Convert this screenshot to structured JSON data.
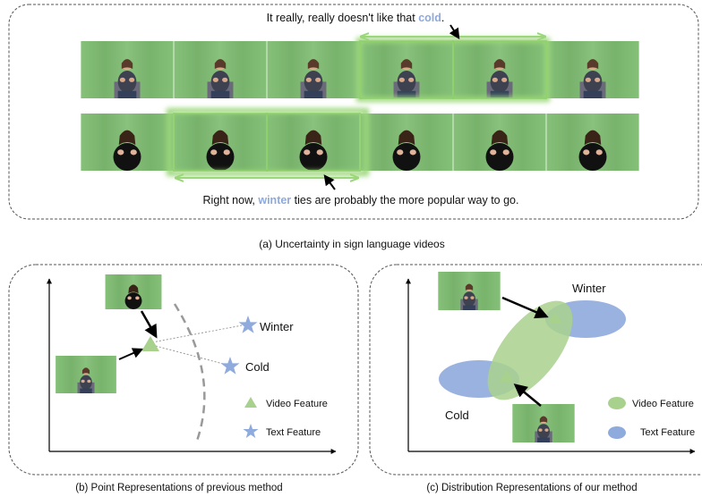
{
  "panel_a": {
    "caption_top_prefix": "It really, really doesn't like that ",
    "caption_top_highlight": "cold",
    "caption_top_suffix": ".",
    "caption_bottom_prefix": "Right now, ",
    "caption_bottom_highlight": "winter",
    "caption_bottom_suffix": " ties are probably the more popular way to go.",
    "label": "(a) Uncertainty in sign language videos",
    "row1_frame_count": 6,
    "row2_frame_count": 6
  },
  "panel_b": {
    "winter_label": "Winter",
    "cold_label": "Cold",
    "legend_video": "Video Feature",
    "legend_text": "Text Feature",
    "label": "(b) Point Representations of previous method"
  },
  "panel_c": {
    "winter_label": "Winter",
    "cold_label": "Cold",
    "legend_video": "Video Feature",
    "legend_text": "Text Feature",
    "label": "(c) Distribution Representations of our method"
  },
  "colors": {
    "highlight_blue": "#8ea9db",
    "video_green": "#a9d18e",
    "text_blue": "#8faadc",
    "frame_green": "#79b86a",
    "glow_green": "#9bd77a"
  }
}
